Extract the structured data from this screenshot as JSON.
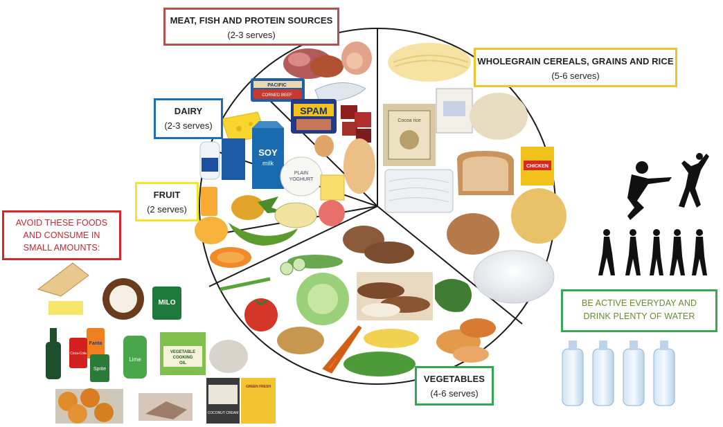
{
  "labels": {
    "protein": {
      "title": "MEAT, FISH AND PROTEIN SOURCES",
      "serves": "(2-3 serves)",
      "color": "#b5504d"
    },
    "cereals": {
      "title": "WHOLEGRAIN CEREALS, GRAINS AND RICE",
      "serves": "(5-6 serves)",
      "color": "#f2c12e"
    },
    "dairy": {
      "title": "DAIRY",
      "serves": "(2-3 serves)",
      "color": "#1f6fb5"
    },
    "fruit": {
      "title": "FRUIT",
      "serves": "(2 serves)",
      "color": "#f3e52b"
    },
    "vegetables": {
      "title": "VEGETABLES",
      "serves": "(4-6 serves)",
      "color": "#2fa84f"
    },
    "avoid": {
      "lines": [
        "AVOID THESE FOODS",
        "AND CONSUME IN",
        "SMALL AMOUNTS:"
      ],
      "color": "#d9252a"
    },
    "active": {
      "lines": [
        "BE ACTIVE EVERYDAY AND",
        "DRINK PLENTY OF WATER"
      ],
      "color": "#3aa656",
      "text_color": "#6a8a2a"
    }
  },
  "package_text": {
    "corned_beef": [
      "PACIFIC",
      "CORNED BEEF"
    ],
    "spam": "SPAM",
    "soy": [
      "SOY",
      "milk"
    ],
    "yoghurt": [
      "PLAIN",
      "YOGHURT"
    ],
    "rice_bag": "Cocoa rice",
    "noodles": "CHICKEN",
    "milo": "MILO",
    "fanta": "Fanta",
    "coke": "Coca-Cola",
    "sprite": "Sprite",
    "lime": "Lime",
    "oil": [
      "VEGETABLE",
      "COOKING",
      "OIL"
    ],
    "coconut_cream": "COCONUT CREAM",
    "green_fresh": "GREEN FRESH"
  }
}
